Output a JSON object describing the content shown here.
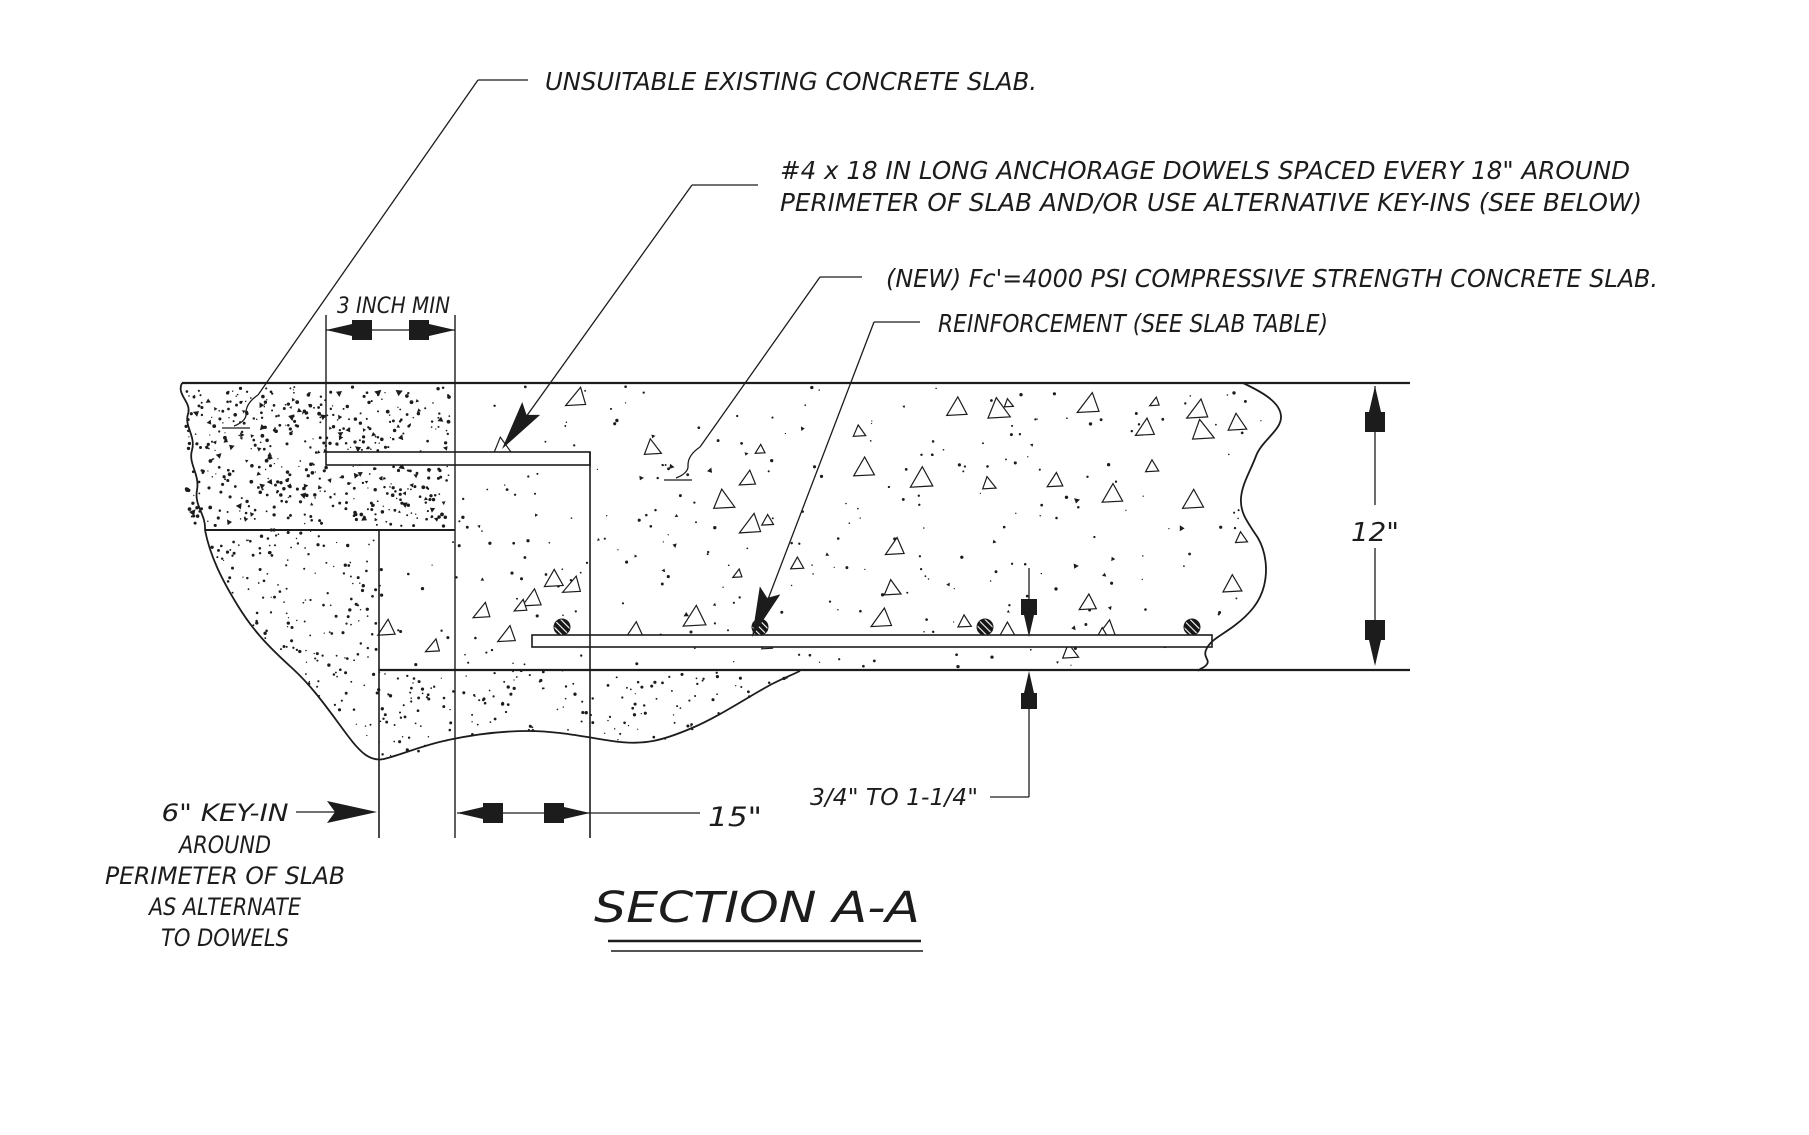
{
  "drawing": {
    "background": "#ffffff",
    "ink_color": "#1c1c1c",
    "title": {
      "text": "SECTION A-A"
    },
    "callouts": {
      "unsuitable": "UNSUITABLE EXISTING CONCRETE SLAB.",
      "dowels_line1": "#4 x 18 IN LONG ANCHORAGE DOWELS SPACED EVERY 18\" AROUND",
      "dowels_line2": "PERIMETER OF SLAB AND/OR USE ALTERNATIVE KEY-INS (SEE BELOW)",
      "new_slab": "(NEW) Fc'=4000 PSI COMPRESSIVE STRENGTH CONCRETE SLAB.",
      "reinforcement": "REINFORCEMENT (SEE SLAB TABLE)"
    },
    "dimensions": {
      "dowel_embed": "3 INCH MIN",
      "slab_thickness": "12\"",
      "key_width": "15\"",
      "bottom_cover": "3/4\" TO 1-1/4\"",
      "key_note_lines": [
        "6\" KEY-IN",
        "AROUND",
        "PERIMETER OF SLAB",
        "AS ALTERNATE",
        "TO DOWELS"
      ]
    }
  }
}
